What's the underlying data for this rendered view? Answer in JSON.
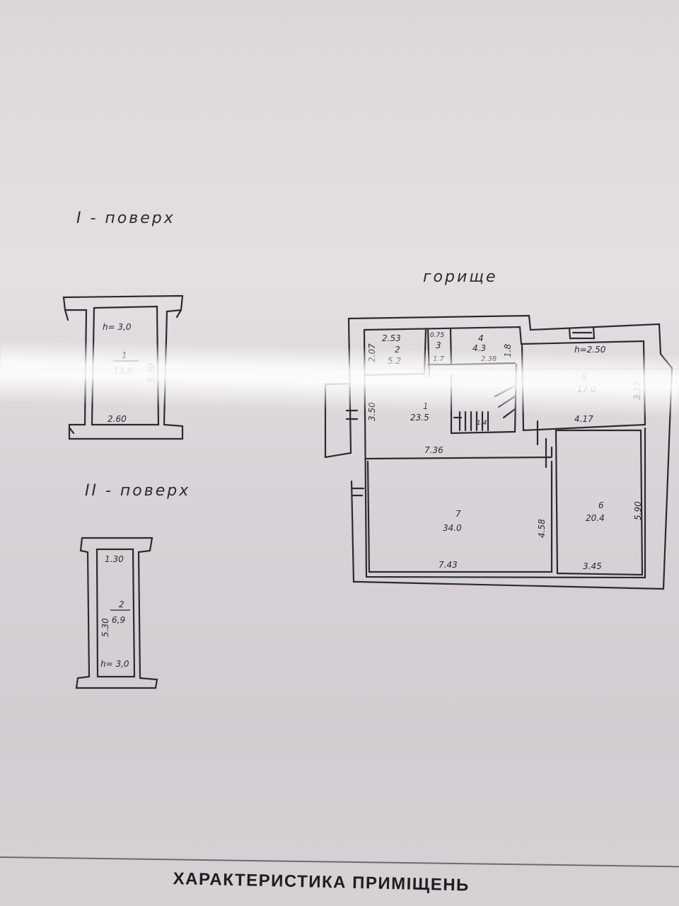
{
  "floor_1": {
    "title": "I - поверх",
    "height": "h= 3,0",
    "room_no": "1",
    "area": "13,8",
    "width": "2.60",
    "length": "5.30"
  },
  "floor_2": {
    "title": "II - поверх",
    "width": "1.30",
    "room_no": "2",
    "area": "6,9",
    "length": "5.30",
    "height": "h= 3,0"
  },
  "attic": {
    "title": "горище",
    "height": "h=2.50",
    "rooms": [
      {
        "no": "1",
        "area": "23.5"
      },
      {
        "no": "2",
        "area": "5.2"
      },
      {
        "no": "3",
        "area": "1.7"
      },
      {
        "no": "4",
        "area": "4.3"
      },
      {
        "no": "5",
        "area": "17.0"
      },
      {
        "no": "6",
        "area": "20.4"
      },
      {
        "no": "7",
        "area": "34.0"
      }
    ],
    "dims": {
      "d_2_53": "2.53",
      "d_2_07": "2.07",
      "d_0_75": "0.75",
      "d_1_8": "1.8",
      "d_2_38": "2.38",
      "d_3_50": "3.50",
      "d_3_57": "3.57",
      "d_4_17": "4.17",
      "d_7_36": "7.36",
      "d_4_58": "4.58",
      "d_5_90": "5.90",
      "d_7_43": "7.43",
      "d_3_45": "3.45",
      "d_1_4": "1.4"
    }
  },
  "footer": {
    "title": "ХАРАКТЕРИСТИКА  ПРИМІЩЕНЬ"
  },
  "colors": {
    "ink": "#2b2b2f",
    "paper": "#dcd7d9"
  }
}
